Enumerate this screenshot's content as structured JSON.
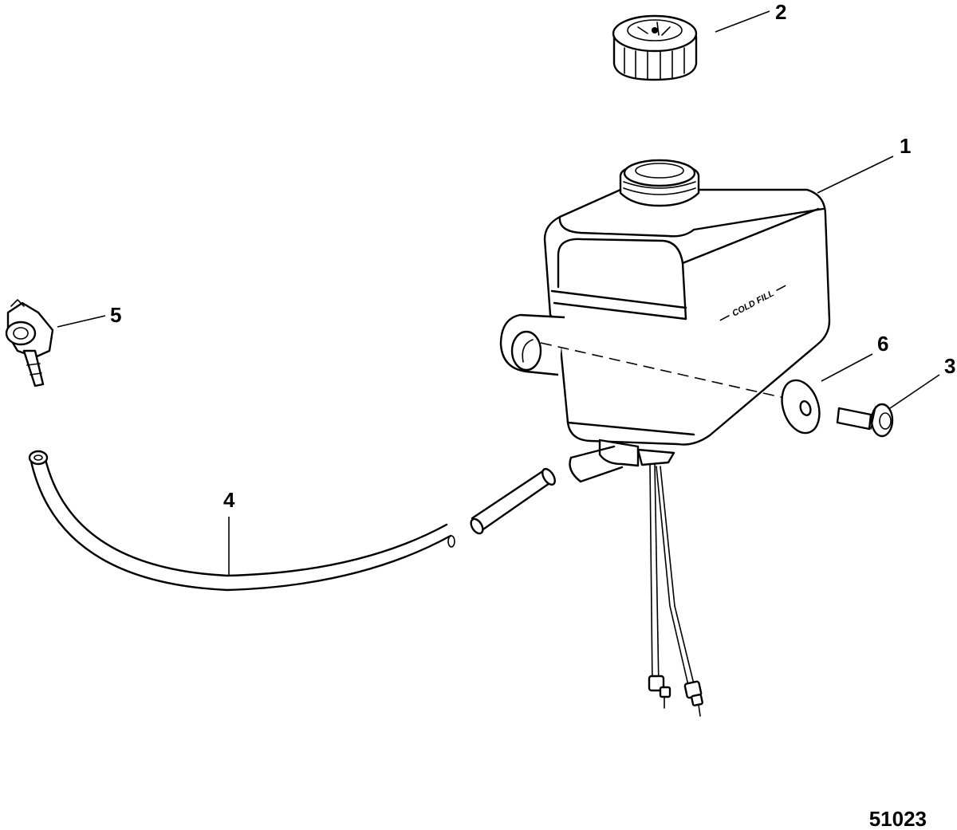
{
  "callouts": {
    "c1": "1",
    "c2": "2",
    "c3": "3",
    "c4": "4",
    "c5": "5",
    "c6": "6"
  },
  "tank_label": "COLD FILL",
  "figure_id": "51023"
}
